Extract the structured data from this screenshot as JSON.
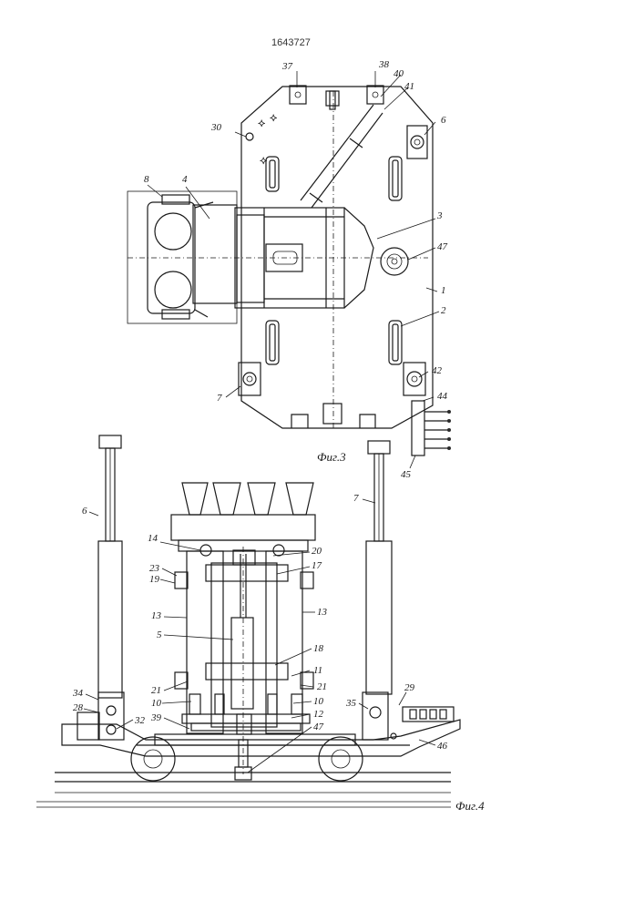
{
  "patent_number": "1643727",
  "figures": {
    "fig3": {
      "caption": "Фиг.3",
      "callouts": [
        "37",
        "38",
        "40",
        "41",
        "6",
        "30",
        "8",
        "4",
        "3",
        "47",
        "1",
        "2",
        "42",
        "44",
        "7",
        "45"
      ]
    },
    "fig4": {
      "caption": "Фиг.4",
      "callouts": [
        "6",
        "7",
        "14",
        "20",
        "23",
        "19",
        "17",
        "13",
        "13",
        "5",
        "18",
        "11",
        "21",
        "21",
        "10",
        "10",
        "12",
        "39",
        "47",
        "34",
        "28",
        "32",
        "35",
        "29",
        "46"
      ]
    }
  }
}
